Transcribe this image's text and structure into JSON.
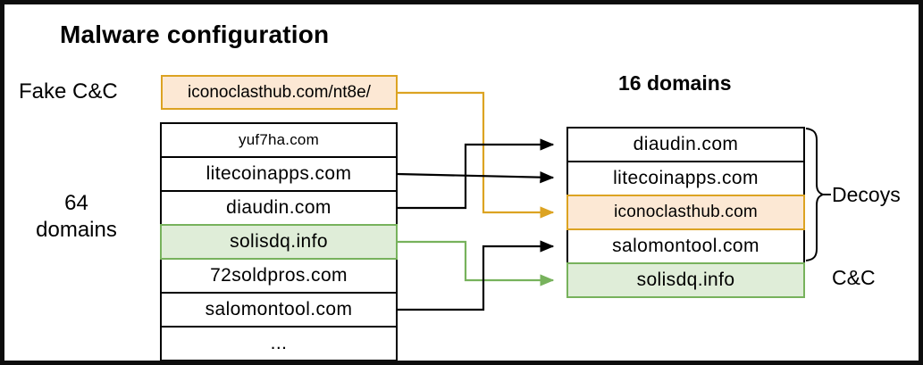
{
  "title": "Malware configuration",
  "fake_cc": {
    "label": "Fake C&C",
    "url": "iconoclasthub.com/nt8e/"
  },
  "left_panel": {
    "count_line1": "64",
    "count_line2": "domains",
    "rows": [
      {
        "label": "yuf7ha.com",
        "highlight": "none"
      },
      {
        "label": "litecoinapps.com",
        "highlight": "none"
      },
      {
        "label": "diaudin.com",
        "highlight": "none"
      },
      {
        "label": "solisdq.info",
        "highlight": "green"
      },
      {
        "label": "72soldpros.com",
        "highlight": "none"
      },
      {
        "label": "salomontool.com",
        "highlight": "none"
      },
      {
        "label": "...",
        "highlight": "none"
      }
    ]
  },
  "right_panel": {
    "count_label": "16 domains",
    "rows": [
      {
        "label": "diaudin.com",
        "highlight": "none",
        "role": "decoy"
      },
      {
        "label": "litecoinapps.com",
        "highlight": "none",
        "role": "decoy"
      },
      {
        "label": "iconoclasthub.com",
        "highlight": "orange",
        "role": "decoy"
      },
      {
        "label": "salomontool.com",
        "highlight": "none",
        "role": "decoy"
      },
      {
        "label": "solisdq.info",
        "highlight": "green",
        "role": "cc"
      }
    ]
  },
  "annotations": {
    "decoys": "Decoys",
    "cc": "C&C"
  },
  "connections": [
    {
      "from": "fake-cc-box",
      "to": "right:iconoclasthub.com",
      "color": "orange"
    },
    {
      "from": "left:litecoinapps.com",
      "to": "right:litecoinapps.com",
      "color": "black"
    },
    {
      "from": "left:diaudin.com",
      "to": "right:diaudin.com",
      "color": "black"
    },
    {
      "from": "left:solisdq.info",
      "to": "right:solisdq.info",
      "color": "green"
    },
    {
      "from": "left:salomontool.com",
      "to": "right:salomontool.com",
      "color": "black"
    }
  ],
  "colors": {
    "orange_border": "#DCA322",
    "orange_fill": "#FCE8D4",
    "green_border": "#77B25C",
    "green_fill": "#DFEDD8",
    "line": "#000000",
    "frame": "#0d0d0d",
    "background": "#ffffff"
  }
}
